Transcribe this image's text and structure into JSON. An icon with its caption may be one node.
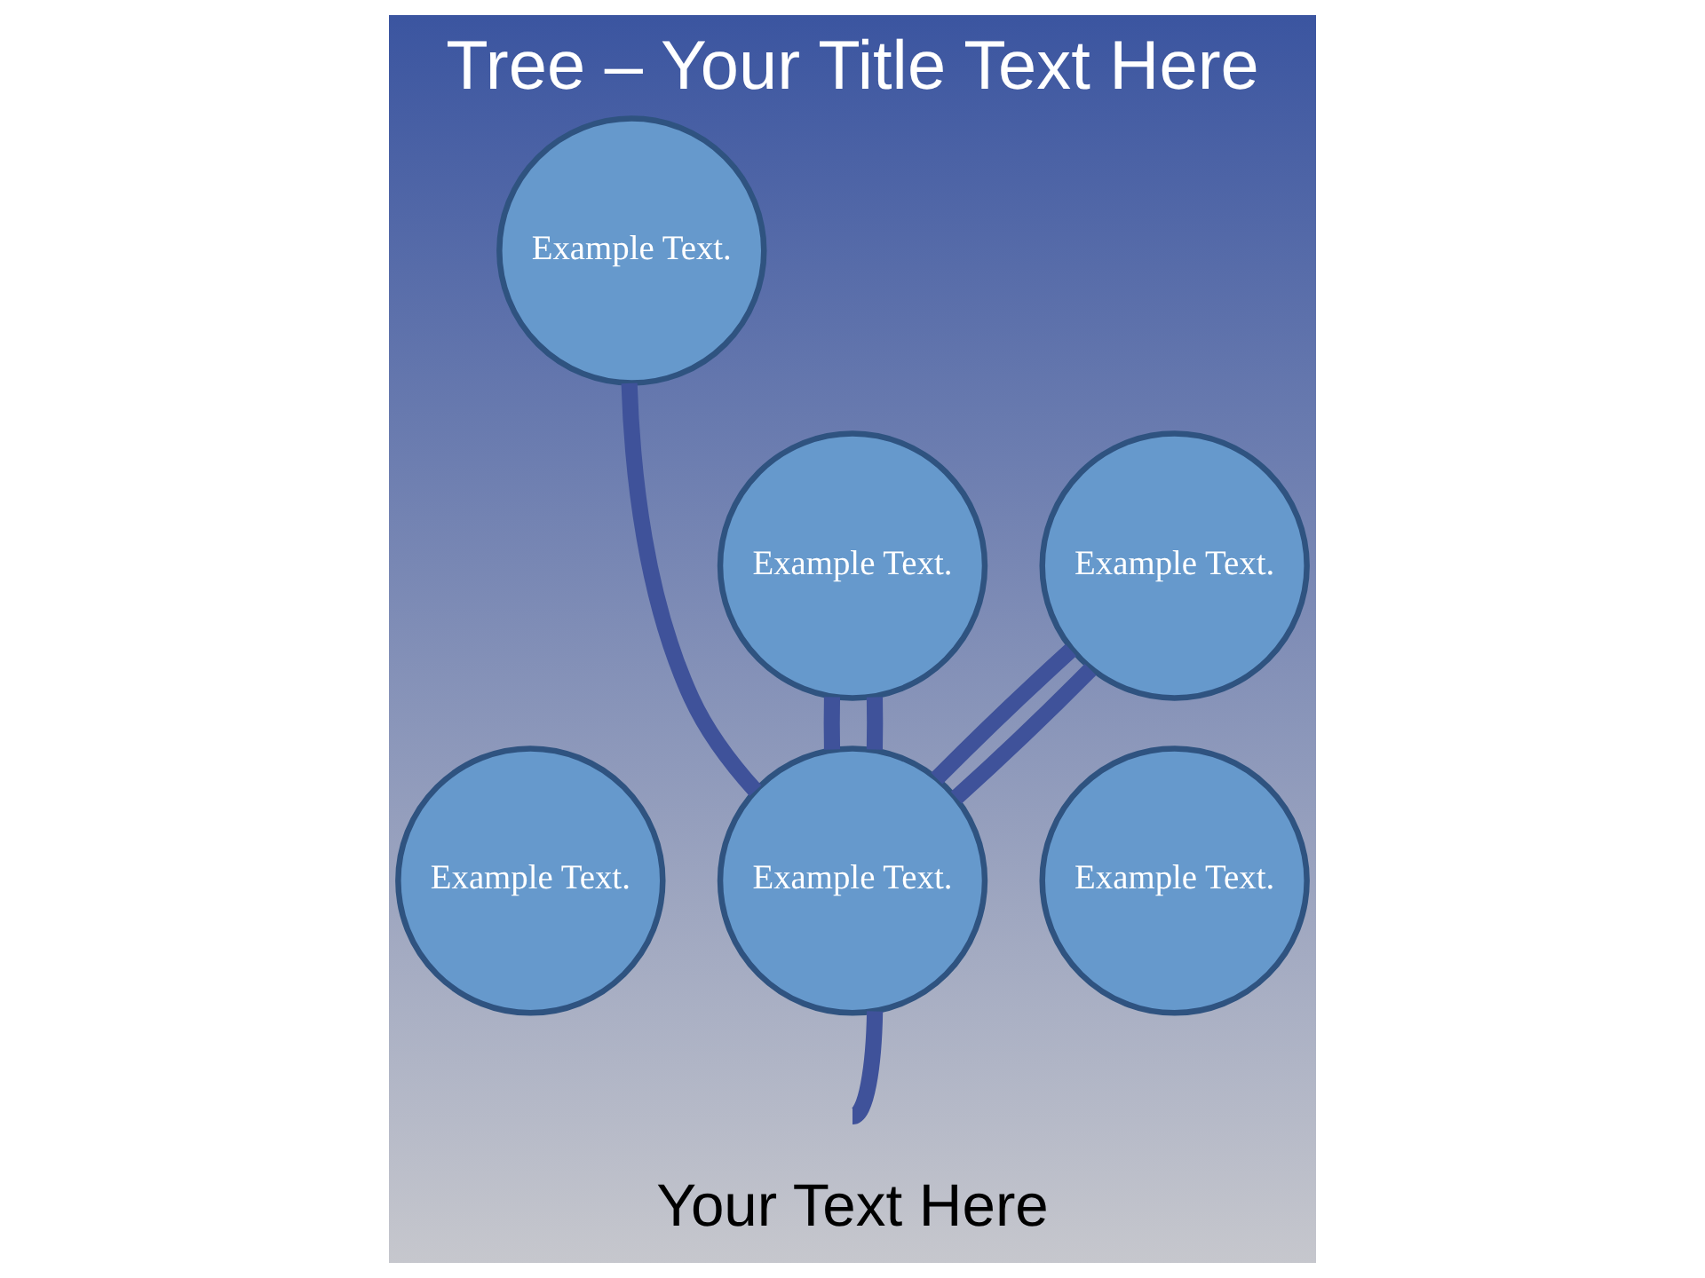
{
  "diagram": {
    "title": "Tree – Your Title Text Here",
    "nodes": [
      {
        "text": [
          "Example Text."
        ]
      },
      {
        "text": [
          "Example Text."
        ]
      },
      {
        "text": [
          "Example Text."
        ]
      },
      {
        "text": [
          "Example Text."
        ]
      },
      {
        "text": [
          "Example Text."
        ]
      },
      {
        "text": [
          "Example Text."
        ]
      }
    ],
    "edges": [
      {
        "from": 4,
        "to": 0,
        "arrow": "none"
      },
      {
        "from": 4,
        "to": 1,
        "arrow": "none"
      },
      {
        "from": 4,
        "to": 1,
        "arrow": "none"
      },
      {
        "from": 4,
        "to": 2,
        "arrow": "none"
      },
      {
        "from": 4,
        "to": 2,
        "arrow": "none"
      },
      {
        "from": 4,
        "to": null,
        "arrow": "none"
      }
    ],
    "labels": [
      "Your Text Here"
    ]
  }
}
